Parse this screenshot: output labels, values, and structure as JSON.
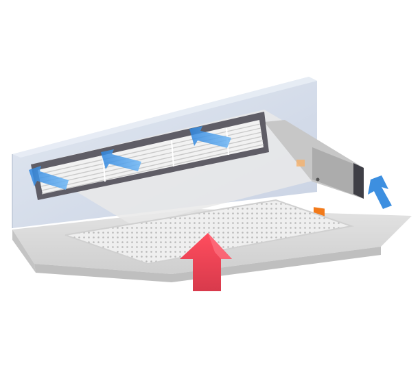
{
  "illustration": {
    "subject": "ceiling-concealed-duct-unit",
    "colors": {
      "background": "#ffffff",
      "wall_glass": "#c9d3e3",
      "ceiling_panel": "#d9d9d9",
      "ceiling_panel_side": "#bdbdbd",
      "unit_frame": "#5d5c63",
      "louver": "#f5f5f5",
      "grille": "#eeeeee",
      "airflow_supply": "#3d9be9",
      "airflow_return_side": "#3d8fe0",
      "airflow_intake": "#e84a5a",
      "status_label": "#f27a1a"
    },
    "arrows": [
      {
        "name": "supply-air-arrow-left",
        "direction": "down-left",
        "kind": "supply"
      },
      {
        "name": "supply-air-arrow-center",
        "direction": "down-left",
        "kind": "supply"
      },
      {
        "name": "supply-air-arrow-right",
        "direction": "down-left",
        "kind": "supply"
      },
      {
        "name": "return-air-arrow-side",
        "direction": "up-left",
        "kind": "return"
      },
      {
        "name": "intake-air-arrow-bottom",
        "direction": "up",
        "kind": "intake"
      }
    ]
  }
}
